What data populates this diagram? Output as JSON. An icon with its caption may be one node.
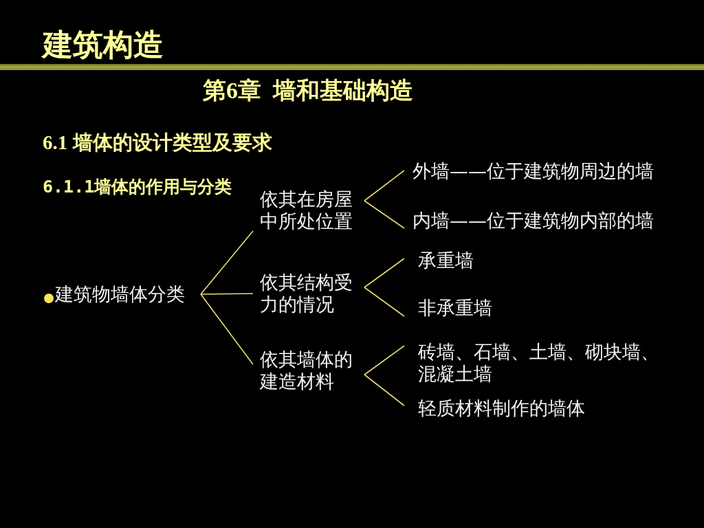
{
  "diagram": {
    "title": "建筑构造",
    "nodes": [
      {
        "text": [
          "建筑物墙体分类"
        ]
      },
      {
        "text": [
          "依其在房屋中所处位置"
        ]
      },
      {
        "text": [
          "依其结构受力的情况"
        ]
      },
      {
        "text": [
          "依其墙体的建造材料"
        ]
      },
      {
        "text": [
          "外墙——位于建筑物周边的墙"
        ]
      },
      {
        "text": [
          "内墙——位于建筑物内部的墙"
        ]
      },
      {
        "text": [
          "承重墙"
        ]
      },
      {
        "text": [
          "非承重墙"
        ]
      },
      {
        "text": [
          "砖墙、石墙、土墙、砌块墙、混凝土墙"
        ]
      },
      {
        "text": [
          "轻质材料制作的墙体"
        ]
      }
    ],
    "edges": [
      {
        "from": 0,
        "to": 1,
        "arrow": "none"
      },
      {
        "from": 0,
        "to": 2,
        "arrow": "none"
      },
      {
        "from": 0,
        "to": 3,
        "arrow": "none"
      },
      {
        "from": 1,
        "to": 4,
        "arrow": "none"
      },
      {
        "from": 1,
        "to": 5,
        "arrow": "none"
      },
      {
        "from": 2,
        "to": 6,
        "arrow": "none"
      },
      {
        "from": 2,
        "to": 7,
        "arrow": "none"
      },
      {
        "from": 3,
        "to": 8,
        "arrow": "none"
      },
      {
        "from": 3,
        "to": 9,
        "arrow": "none"
      }
    ],
    "labels": [
      "第6章  墙和基础构造",
      "6.1 墙体的设计类型及要求",
      "6.1.1墙体的作用与分类"
    ]
  }
}
